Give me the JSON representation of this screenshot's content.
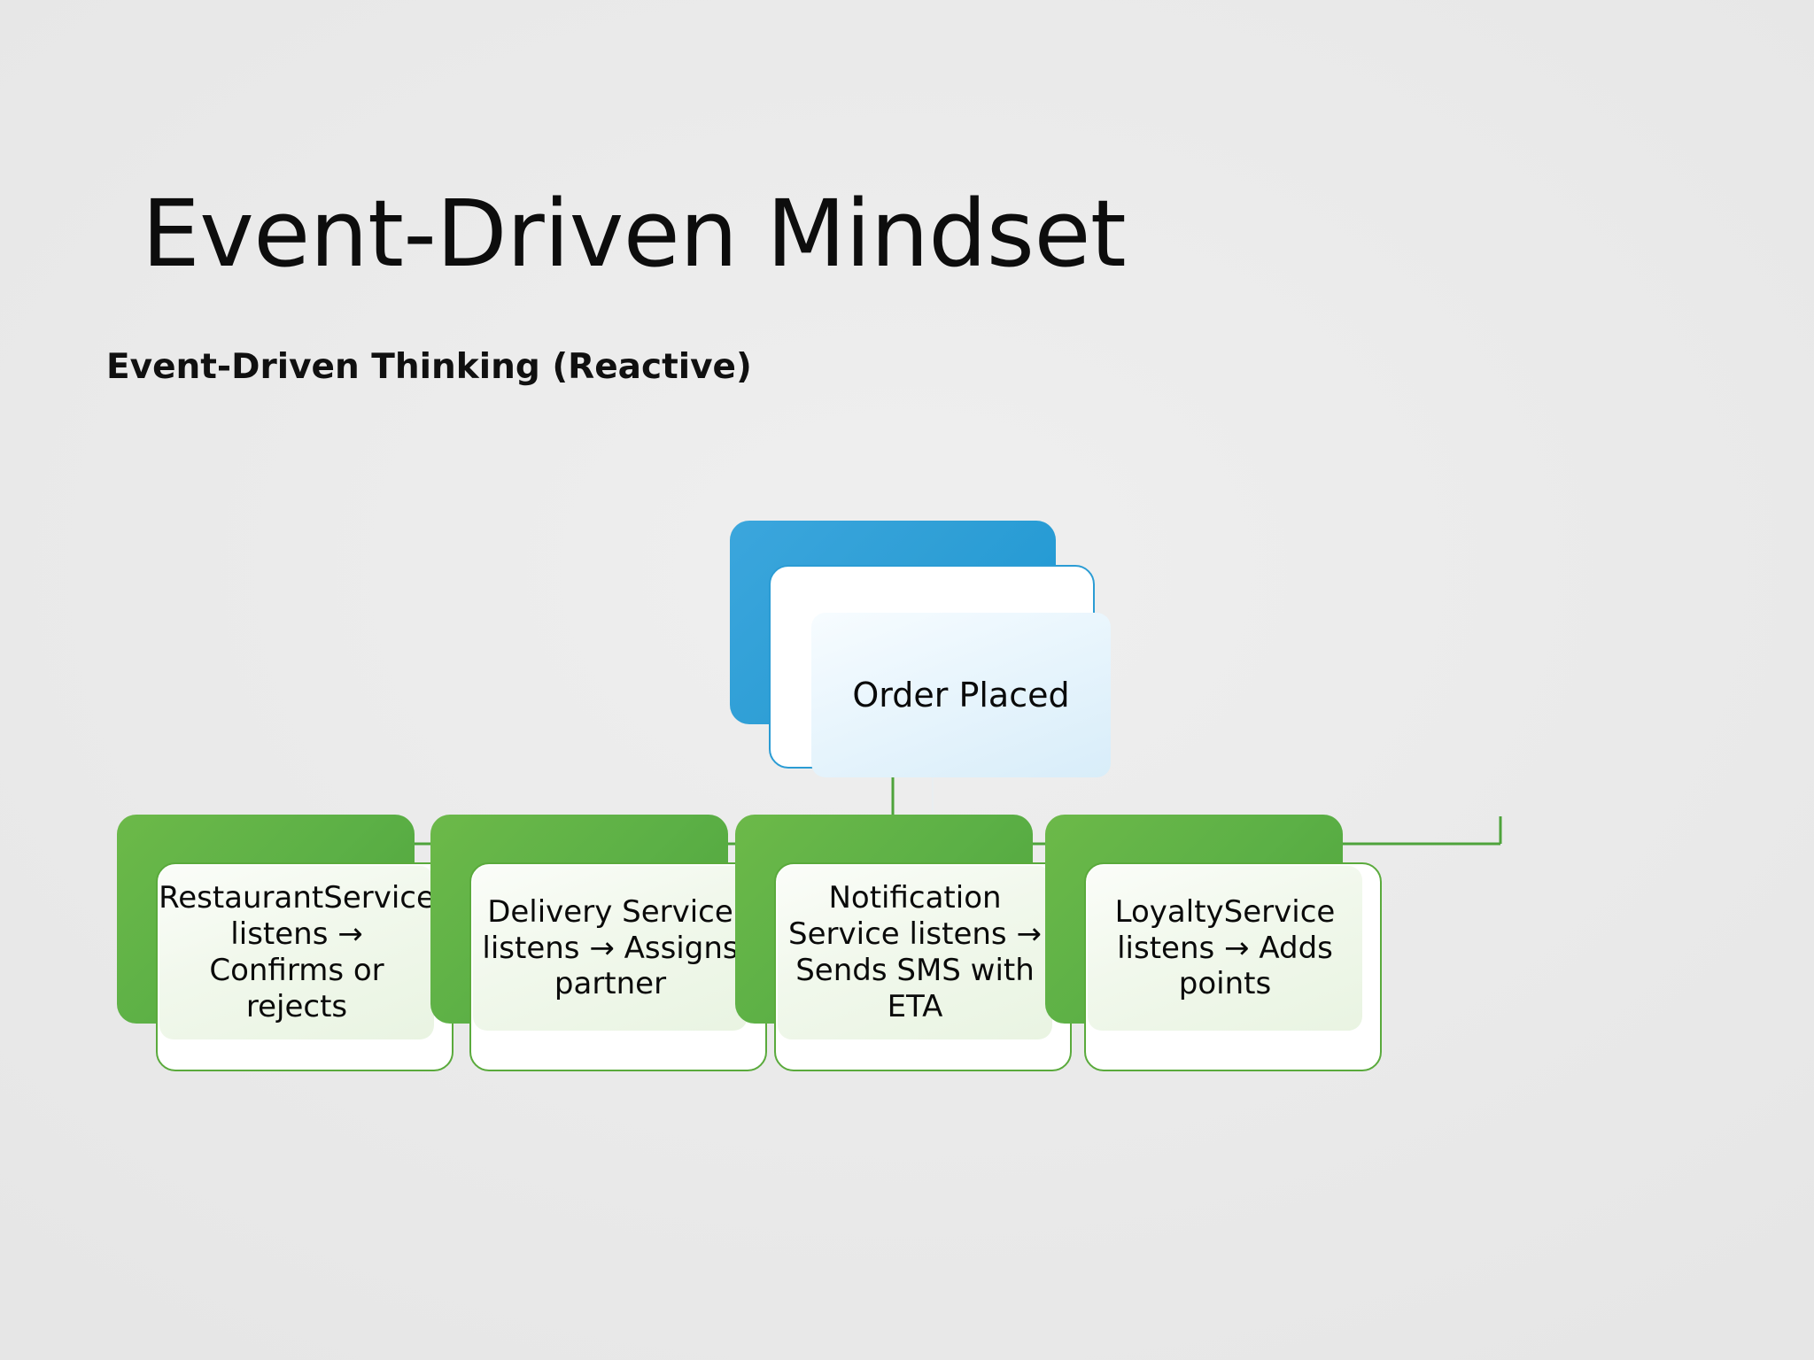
{
  "slide": {
    "title": "Event-Driven Mindset",
    "subtitle": "Event-Driven Thinking (Reactive)",
    "background_color": "#eaeaea"
  },
  "colors": {
    "root_accent": "#2e9fd6",
    "root_panel_fill": "#e3f2fb",
    "child_accent": "#5cb046",
    "child_panel_fill": "#eef6e9",
    "connector": "#4ea33b",
    "text": "#0a0a0a"
  },
  "diagram": {
    "type": "tree",
    "orientation": "top-down",
    "root": {
      "id": "order-placed",
      "label": "Order Placed",
      "accent": "#2e9fd6"
    },
    "children": [
      {
        "id": "restaurant-service",
        "label": "RestaurantService listens → Confirms or rejects",
        "accent": "#5cb046"
      },
      {
        "id": "delivery-service",
        "label": "Delivery Service listens → Assigns partner",
        "accent": "#5cb046"
      },
      {
        "id": "notification-service",
        "label": "Notification Service listens → Sends SMS with ETA",
        "accent": "#5cb046"
      },
      {
        "id": "loyalty-service",
        "label": "LoyaltyService listens → Adds points",
        "accent": "#5cb046"
      }
    ]
  }
}
